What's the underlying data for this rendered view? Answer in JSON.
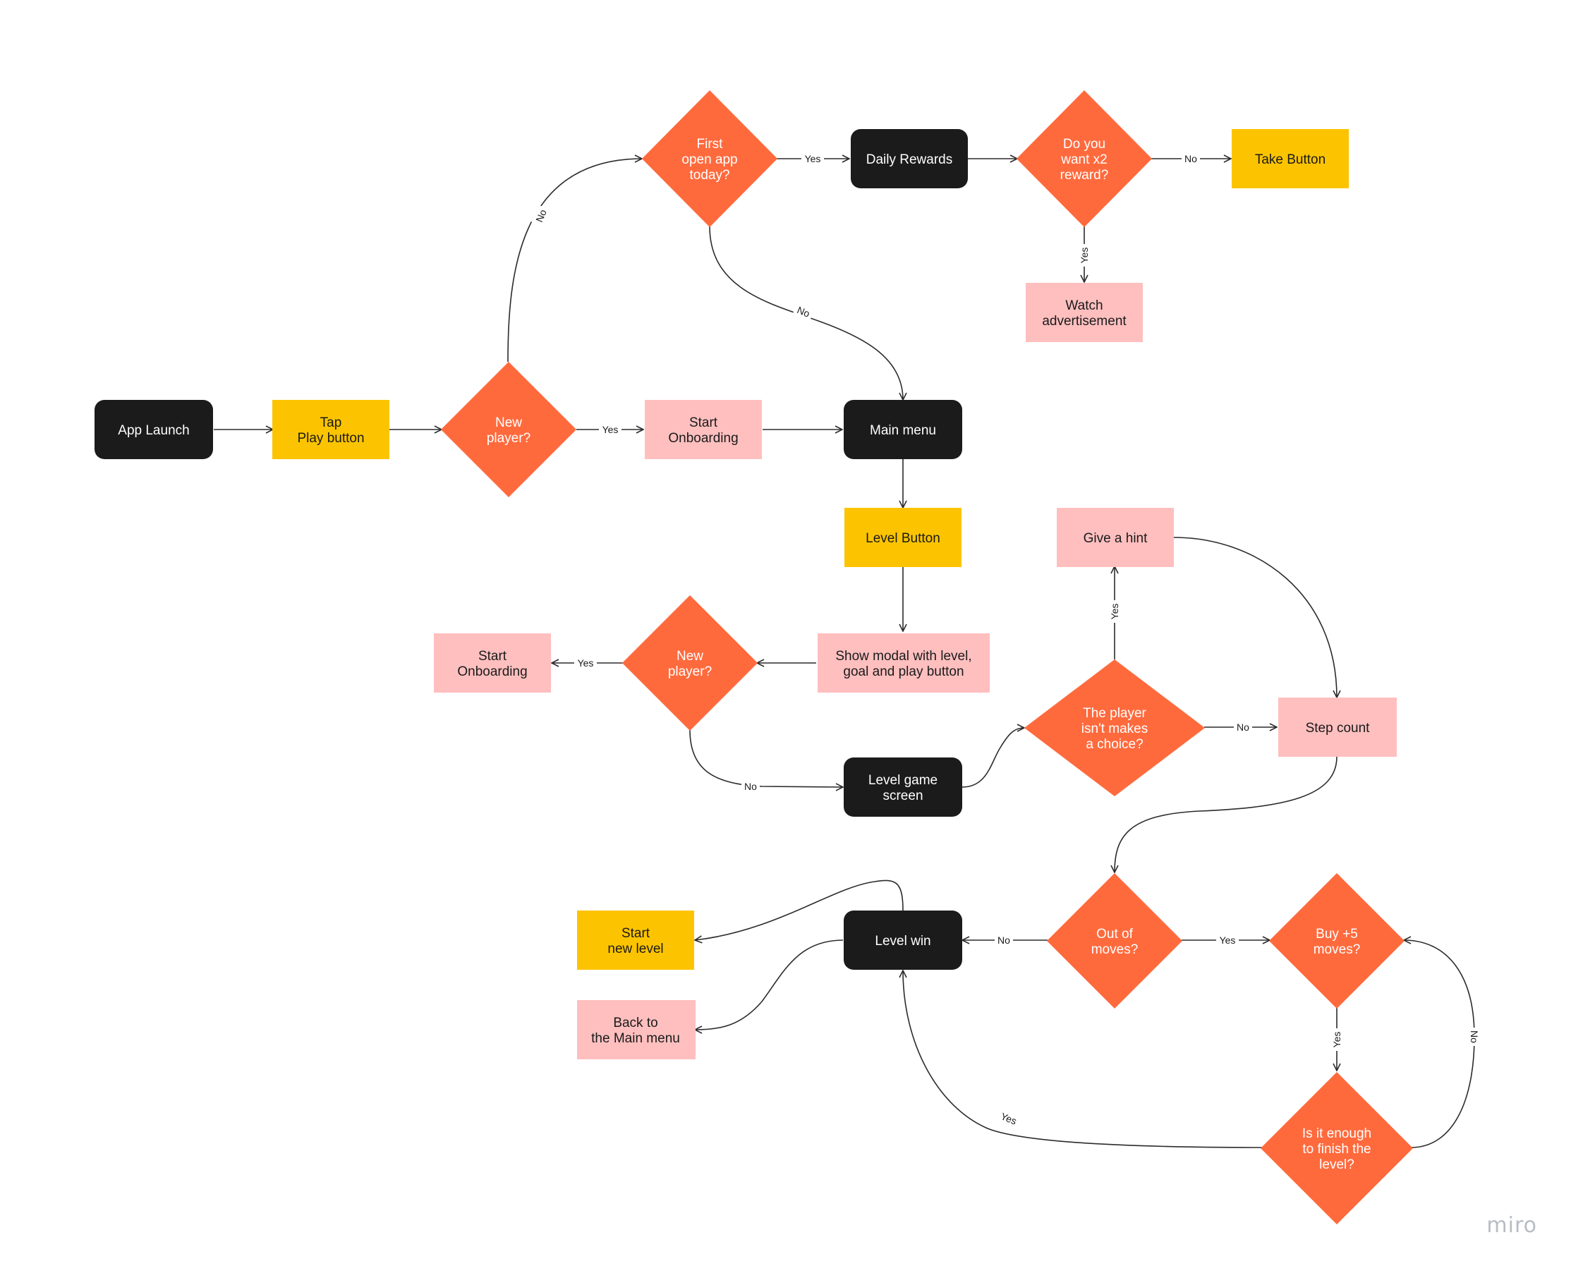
{
  "colors": {
    "black_node": "#1b1b1b",
    "yellow_node": "#fcc400",
    "pink_node": "#ffbfbf",
    "orange_diamond": "#ff6a3d",
    "line": "#2b2b2b"
  },
  "logo": "miro",
  "nodes": {
    "app_launch": "App Launch",
    "tap_play": "Tap\nPlay button",
    "new_player_1": "New\nplayer?",
    "start_onboarding_1": "Start\nOnboarding",
    "first_open": "First\nopen app\ntoday?",
    "daily_rewards": "Daily Rewards",
    "x2_reward": "Do you\nwant x2\nreward?",
    "take_button": "Take Button",
    "watch_ad": "Watch\nadvertisement",
    "main_menu": "Main menu",
    "level_button": "Level Button",
    "show_modal": "Show modal with level,\ngoal and play button",
    "new_player_2": "New\nplayer?",
    "start_onboarding_2": "Start\nOnboarding",
    "level_game_screen": "Level game\nscreen",
    "player_choice": "The player\nisn't makes\na choice?",
    "give_hint": "Give a hint",
    "step_count": "Step count",
    "out_of_moves": "Out of\nmoves?",
    "buy_moves": "Buy +5\nmoves?",
    "enough_to_finish": "Is it enough\nto finish the\nlevel?",
    "level_win": "Level win",
    "start_new_level": "Start\nnew level",
    "back_main_menu": "Back to\nthe Main menu"
  },
  "edge_labels": {
    "yes": "Yes",
    "no": "No"
  }
}
